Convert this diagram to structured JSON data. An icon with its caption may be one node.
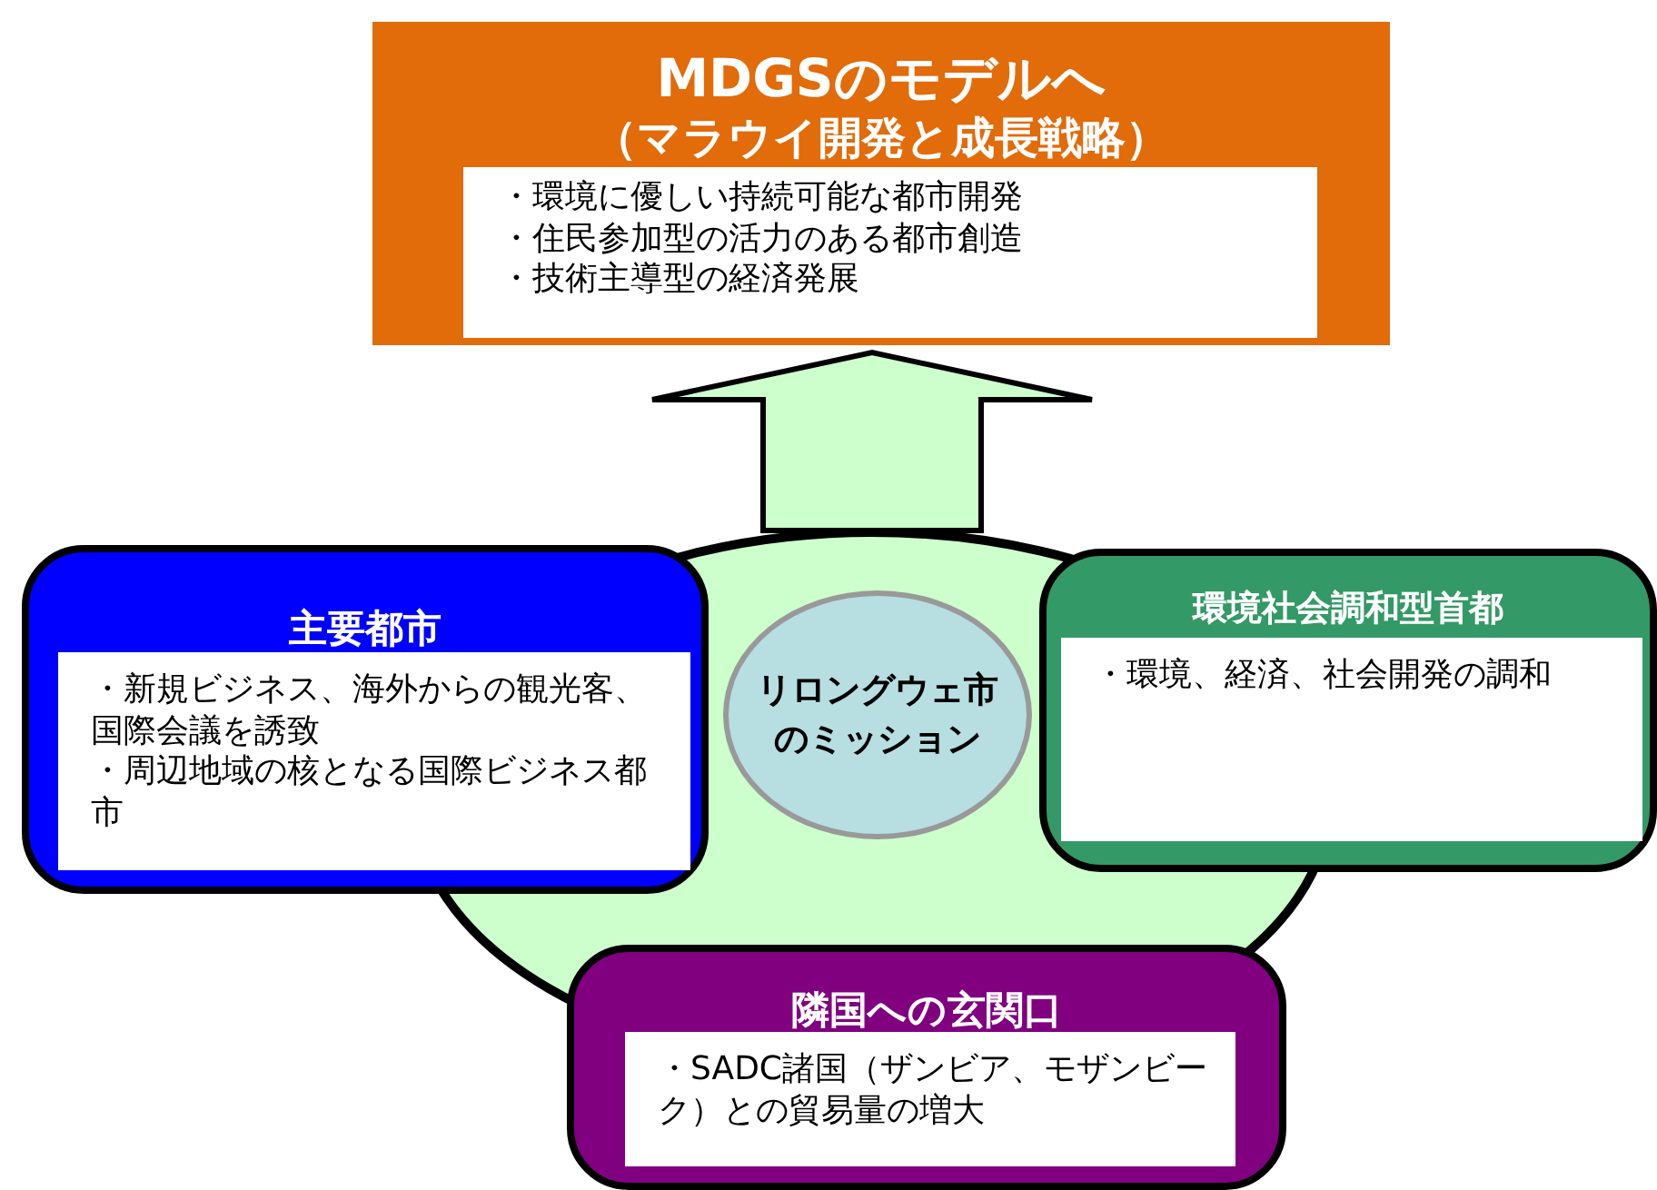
{
  "diagram": {
    "nodes": [
      {
        "text": [
          "MDGSのモデルへ",
          "（マラウイ開発と成長戦略）",
          "・環境に優しい持続可能な都市開発",
          "・住民参加型の活力のある都市創造",
          "・技術主導型の経済発展"
        ]
      },
      {
        "text": [],
        "shape": "circle"
      },
      {
        "text": [
          "リロングウェ市のミッション"
        ],
        "in": 1
      },
      {
        "text": [
          "主要都市",
          "・新規ビジネス、海外からの観光客、国際会議を誘致",
          "・周辺地域の核となる国際ビジネス都市"
        ]
      },
      {
        "text": [
          "環境社会調和型首都",
          "・環境、経済、社会開発の調和"
        ]
      },
      {
        "text": [
          "隣国への玄関口",
          "・SADC諸国（ザンビア、モザンビーク）との貿易量の増大"
        ]
      }
    ],
    "edges": [
      {
        "from": 1,
        "to": 0,
        "arrow": "to"
      }
    ]
  }
}
